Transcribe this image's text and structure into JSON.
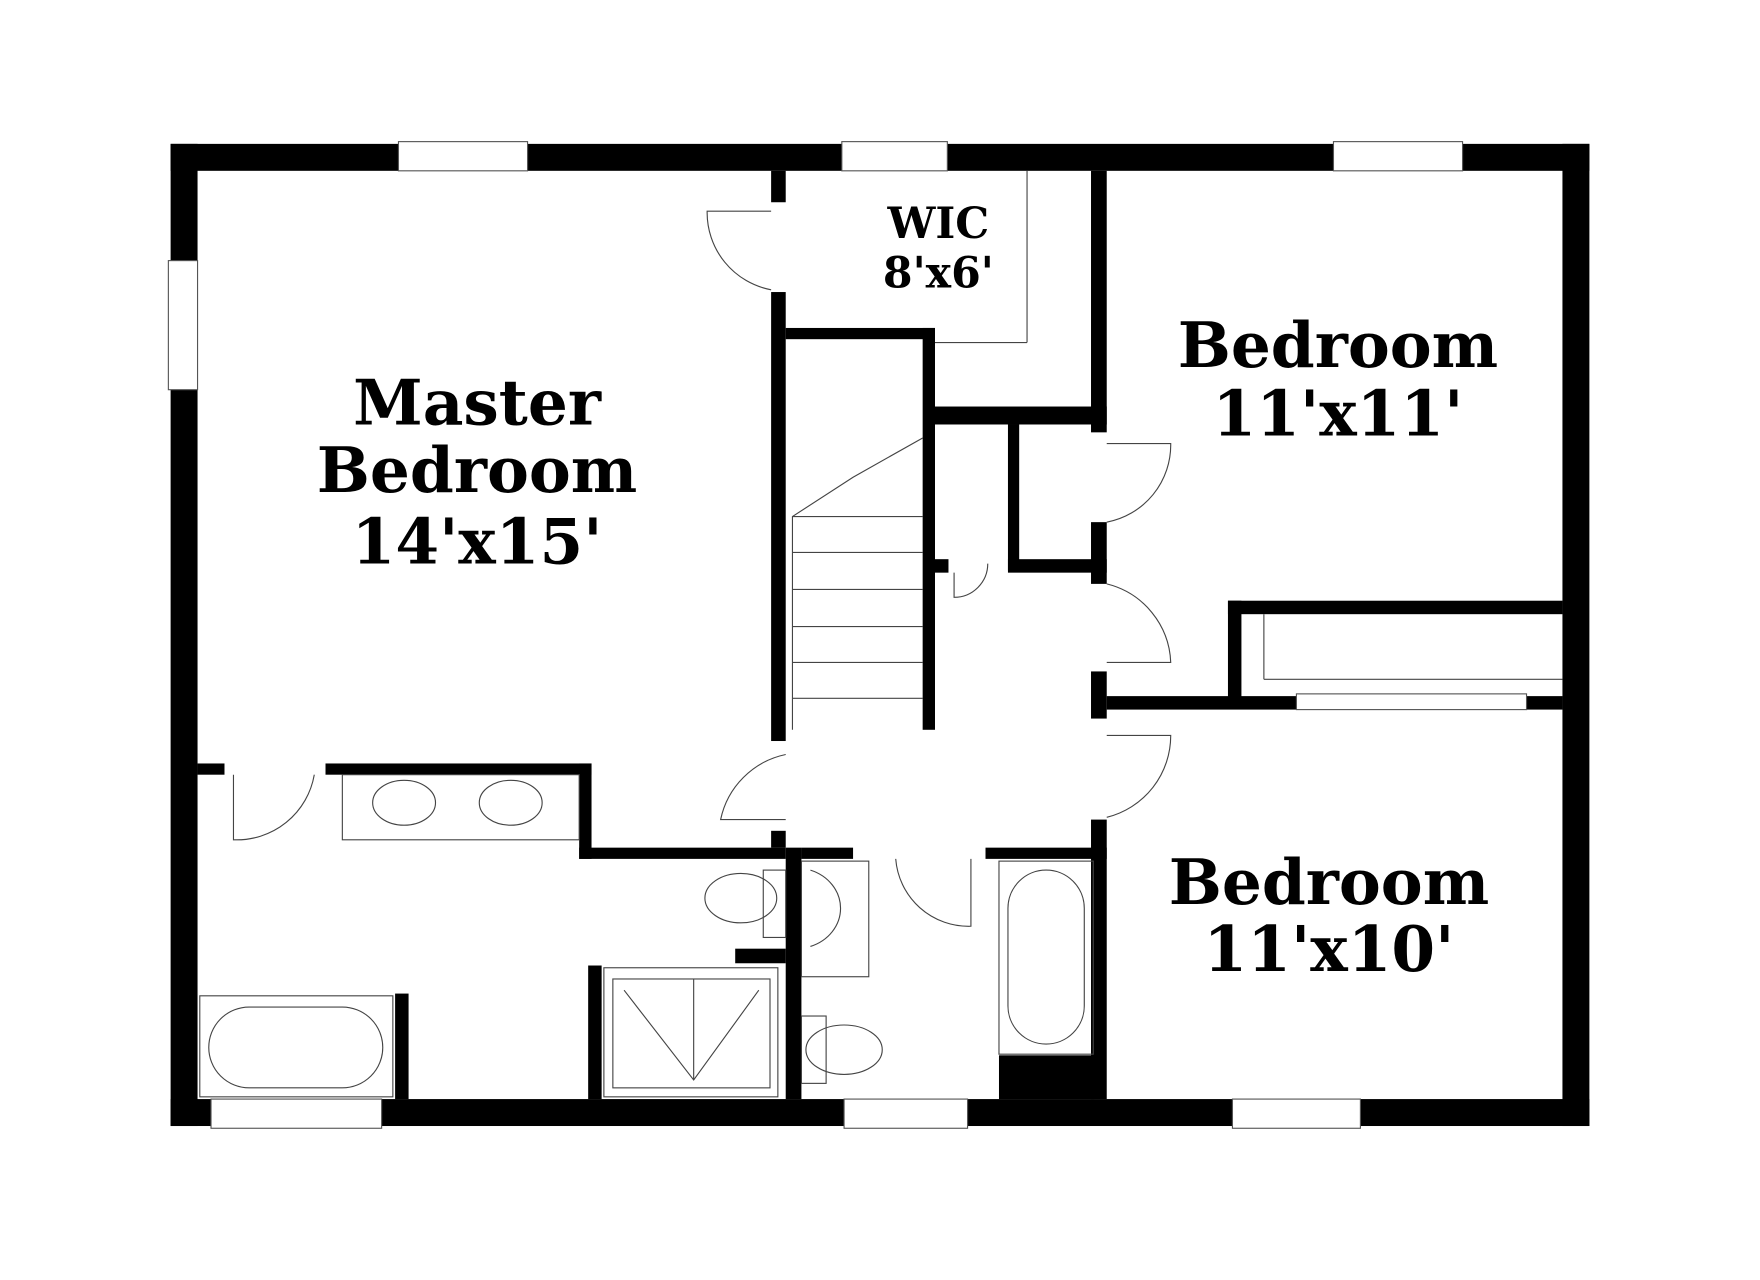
{
  "rooms": {
    "master": {
      "name_line1": "Master",
      "name_line2": "Bedroom",
      "size": "14'x15'"
    },
    "wic": {
      "name": "WIC",
      "size": "8'x6'"
    },
    "bedroom_ne": {
      "name": "Bedroom",
      "size": "11'x11'"
    },
    "bedroom_se": {
      "name": "Bedroom",
      "size": "11'x10'"
    }
  },
  "colors": {
    "wall": "#000000",
    "background": "#ffffff",
    "fixture_line": "#444444"
  }
}
